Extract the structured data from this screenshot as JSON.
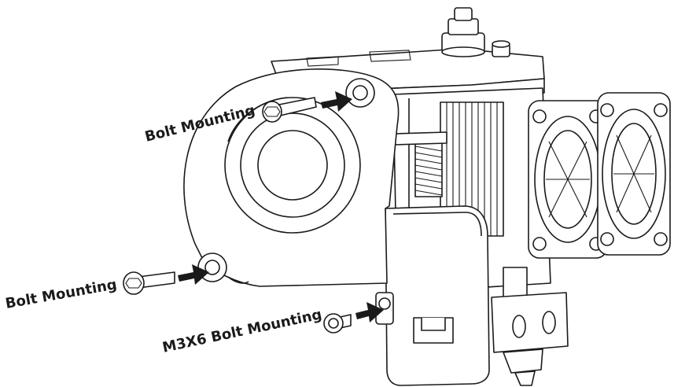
{
  "labels": {
    "bolt_mounting_top": "Bolt Mounting",
    "bolt_mounting_left": "Bolt Mounting",
    "m3x6_bolt_mounting": "M3X6 Bolt Mounting"
  },
  "colors": {
    "line": "#1a1a1a",
    "background": "#ffffff"
  },
  "icons": [
    "arrow-icon",
    "bolt-icon"
  ]
}
